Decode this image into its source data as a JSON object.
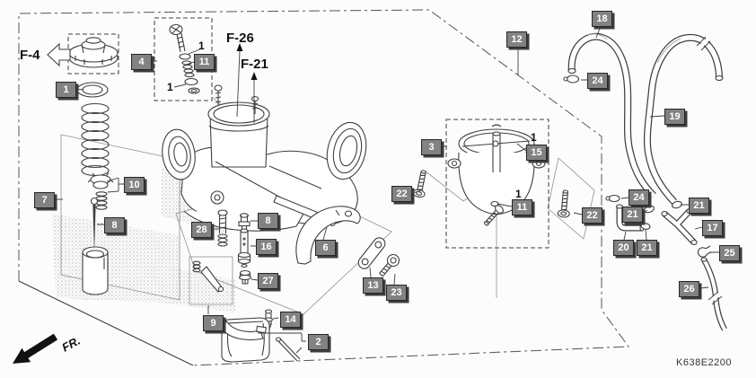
{
  "diagram": {
    "code": "K638E2200",
    "refs": {
      "f4": "F-4",
      "f26": "F-26",
      "f21": "F-21",
      "fr": "FR."
    },
    "index_markers": {
      "one_a": "1",
      "one_b": "1",
      "one_c": "1",
      "one_d": "1"
    },
    "callouts": {
      "c1": "1",
      "c2": "2",
      "c3": "3",
      "c4": "4",
      "c6": "6",
      "c7": "7",
      "c8a": "8",
      "c8b": "8",
      "c9": "9",
      "c10": "10",
      "c11a": "11",
      "c11b": "11",
      "c12": "12",
      "c13": "13",
      "c14": "14",
      "c15": "15",
      "c16": "16",
      "c17": "17",
      "c18": "18",
      "c19": "19",
      "c20": "20",
      "c21a": "21",
      "c21b": "21",
      "c21c": "21",
      "c22a": "22",
      "c22b": "22",
      "c23": "23",
      "c24a": "24",
      "c24b": "24",
      "c25": "25",
      "c26": "26",
      "c27": "27",
      "c28": "28"
    },
    "colors": {
      "background": "#fcfcfc",
      "line": "#3f3f3f",
      "label_bg": "#828282",
      "label_text": "#ffffff",
      "label_shadow": "#3d3d3d",
      "stipple": "#9e9e9e"
    }
  }
}
